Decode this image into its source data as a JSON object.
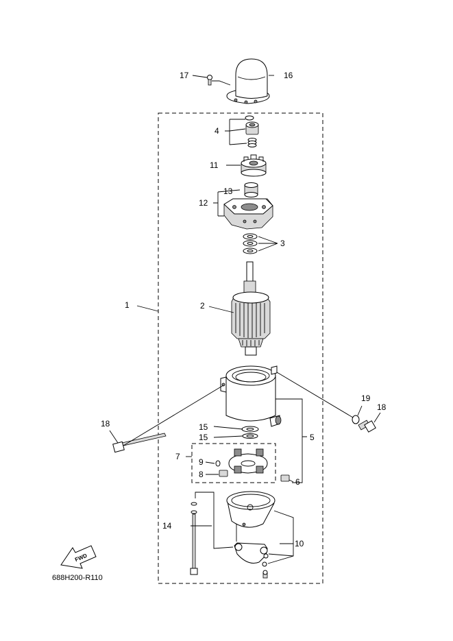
{
  "diagram": {
    "code": "688H200-R110",
    "fwd_label": "FWD",
    "callouts": {
      "c1": "1",
      "c2": "2",
      "c3": "3",
      "c4": "4",
      "c5": "5",
      "c6": "6",
      "c7": "7",
      "c8": "8",
      "c9": "9",
      "c10": "10",
      "c11": "11",
      "c12": "12",
      "c13": "13",
      "c14": "14",
      "c15a": "15",
      "c15b": "15",
      "c16": "16",
      "c17": "17",
      "c18a": "18",
      "c18b": "18",
      "c19": "19"
    }
  }
}
